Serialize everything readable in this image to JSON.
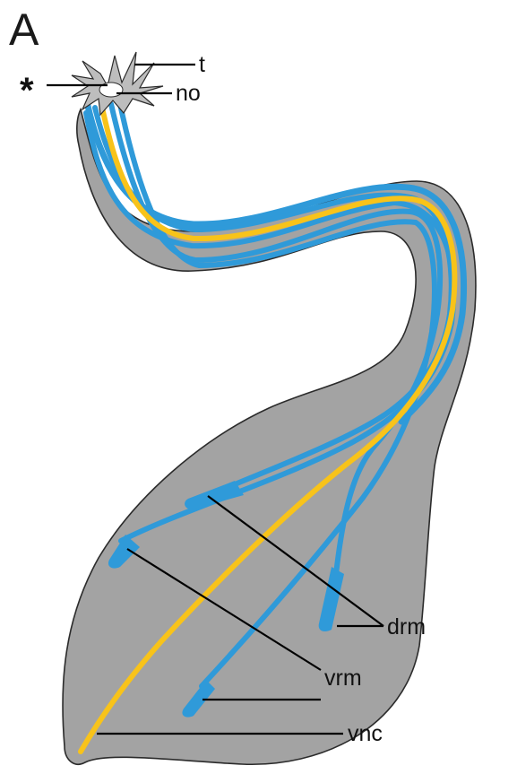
{
  "figure": {
    "panel_letter": "A",
    "labels": {
      "asterisk": "*",
      "tentacles": "t",
      "nerve_organ": "no",
      "dorsal_retractor_muscle": "drm",
      "ventral_retractor_muscle": "vrm",
      "ventral_nerve_cord": "vnc"
    }
  },
  "colors": {
    "body": "#a3a3a3",
    "outline": "#2b2b2b",
    "muscle": "#2f9ad9",
    "nerve": "#f8c31a",
    "tentacle": "#bdbdbd"
  }
}
